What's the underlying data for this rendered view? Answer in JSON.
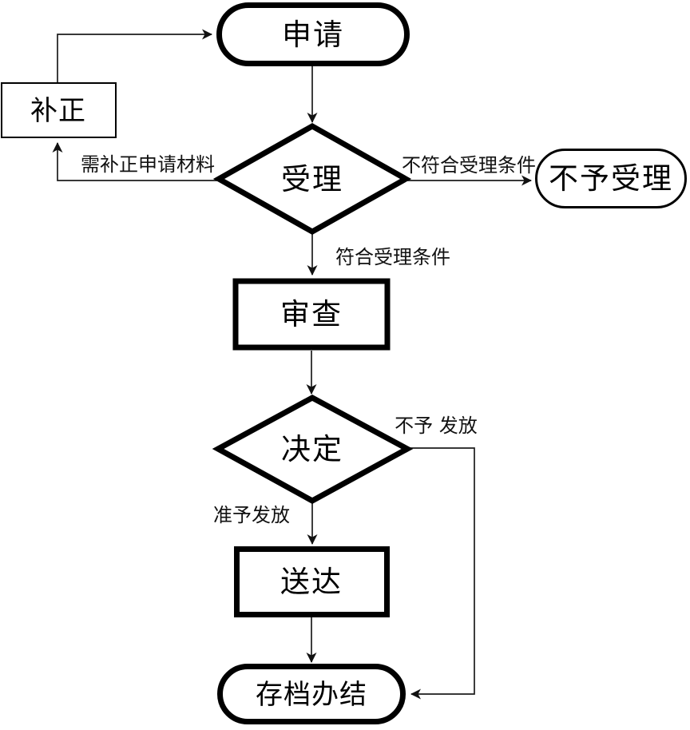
{
  "flowchart": {
    "background_color": "#ffffff",
    "stroke_color": "#000000",
    "text_color": "#000000",
    "nodes": [
      {
        "id": "apply",
        "type": "terminator",
        "label": "申请"
      },
      {
        "id": "correction",
        "type": "process",
        "label": "补正"
      },
      {
        "id": "accept",
        "type": "decision",
        "label": "受理"
      },
      {
        "id": "reject",
        "type": "terminator",
        "label": "不予受理"
      },
      {
        "id": "review",
        "type": "process",
        "label": "审查"
      },
      {
        "id": "decision",
        "type": "decision",
        "label": "决定"
      },
      {
        "id": "deliver",
        "type": "process",
        "label": "送达"
      },
      {
        "id": "archive",
        "type": "terminator",
        "label": "存档办结"
      }
    ],
    "edges": [
      {
        "from": "apply",
        "to": "accept",
        "label": ""
      },
      {
        "from": "accept",
        "to": "correction",
        "label": "需补正申请材料"
      },
      {
        "from": "correction",
        "to": "apply",
        "label": ""
      },
      {
        "from": "accept",
        "to": "reject",
        "label": "不符合受理条件"
      },
      {
        "from": "accept",
        "to": "review",
        "label": "符合受理条件"
      },
      {
        "from": "review",
        "to": "decision",
        "label": ""
      },
      {
        "from": "decision",
        "to": "deliver",
        "label": "准予发放"
      },
      {
        "from": "decision",
        "to": "archive",
        "label": "不予 发放"
      },
      {
        "from": "deliver",
        "to": "archive",
        "label": ""
      }
    ]
  }
}
